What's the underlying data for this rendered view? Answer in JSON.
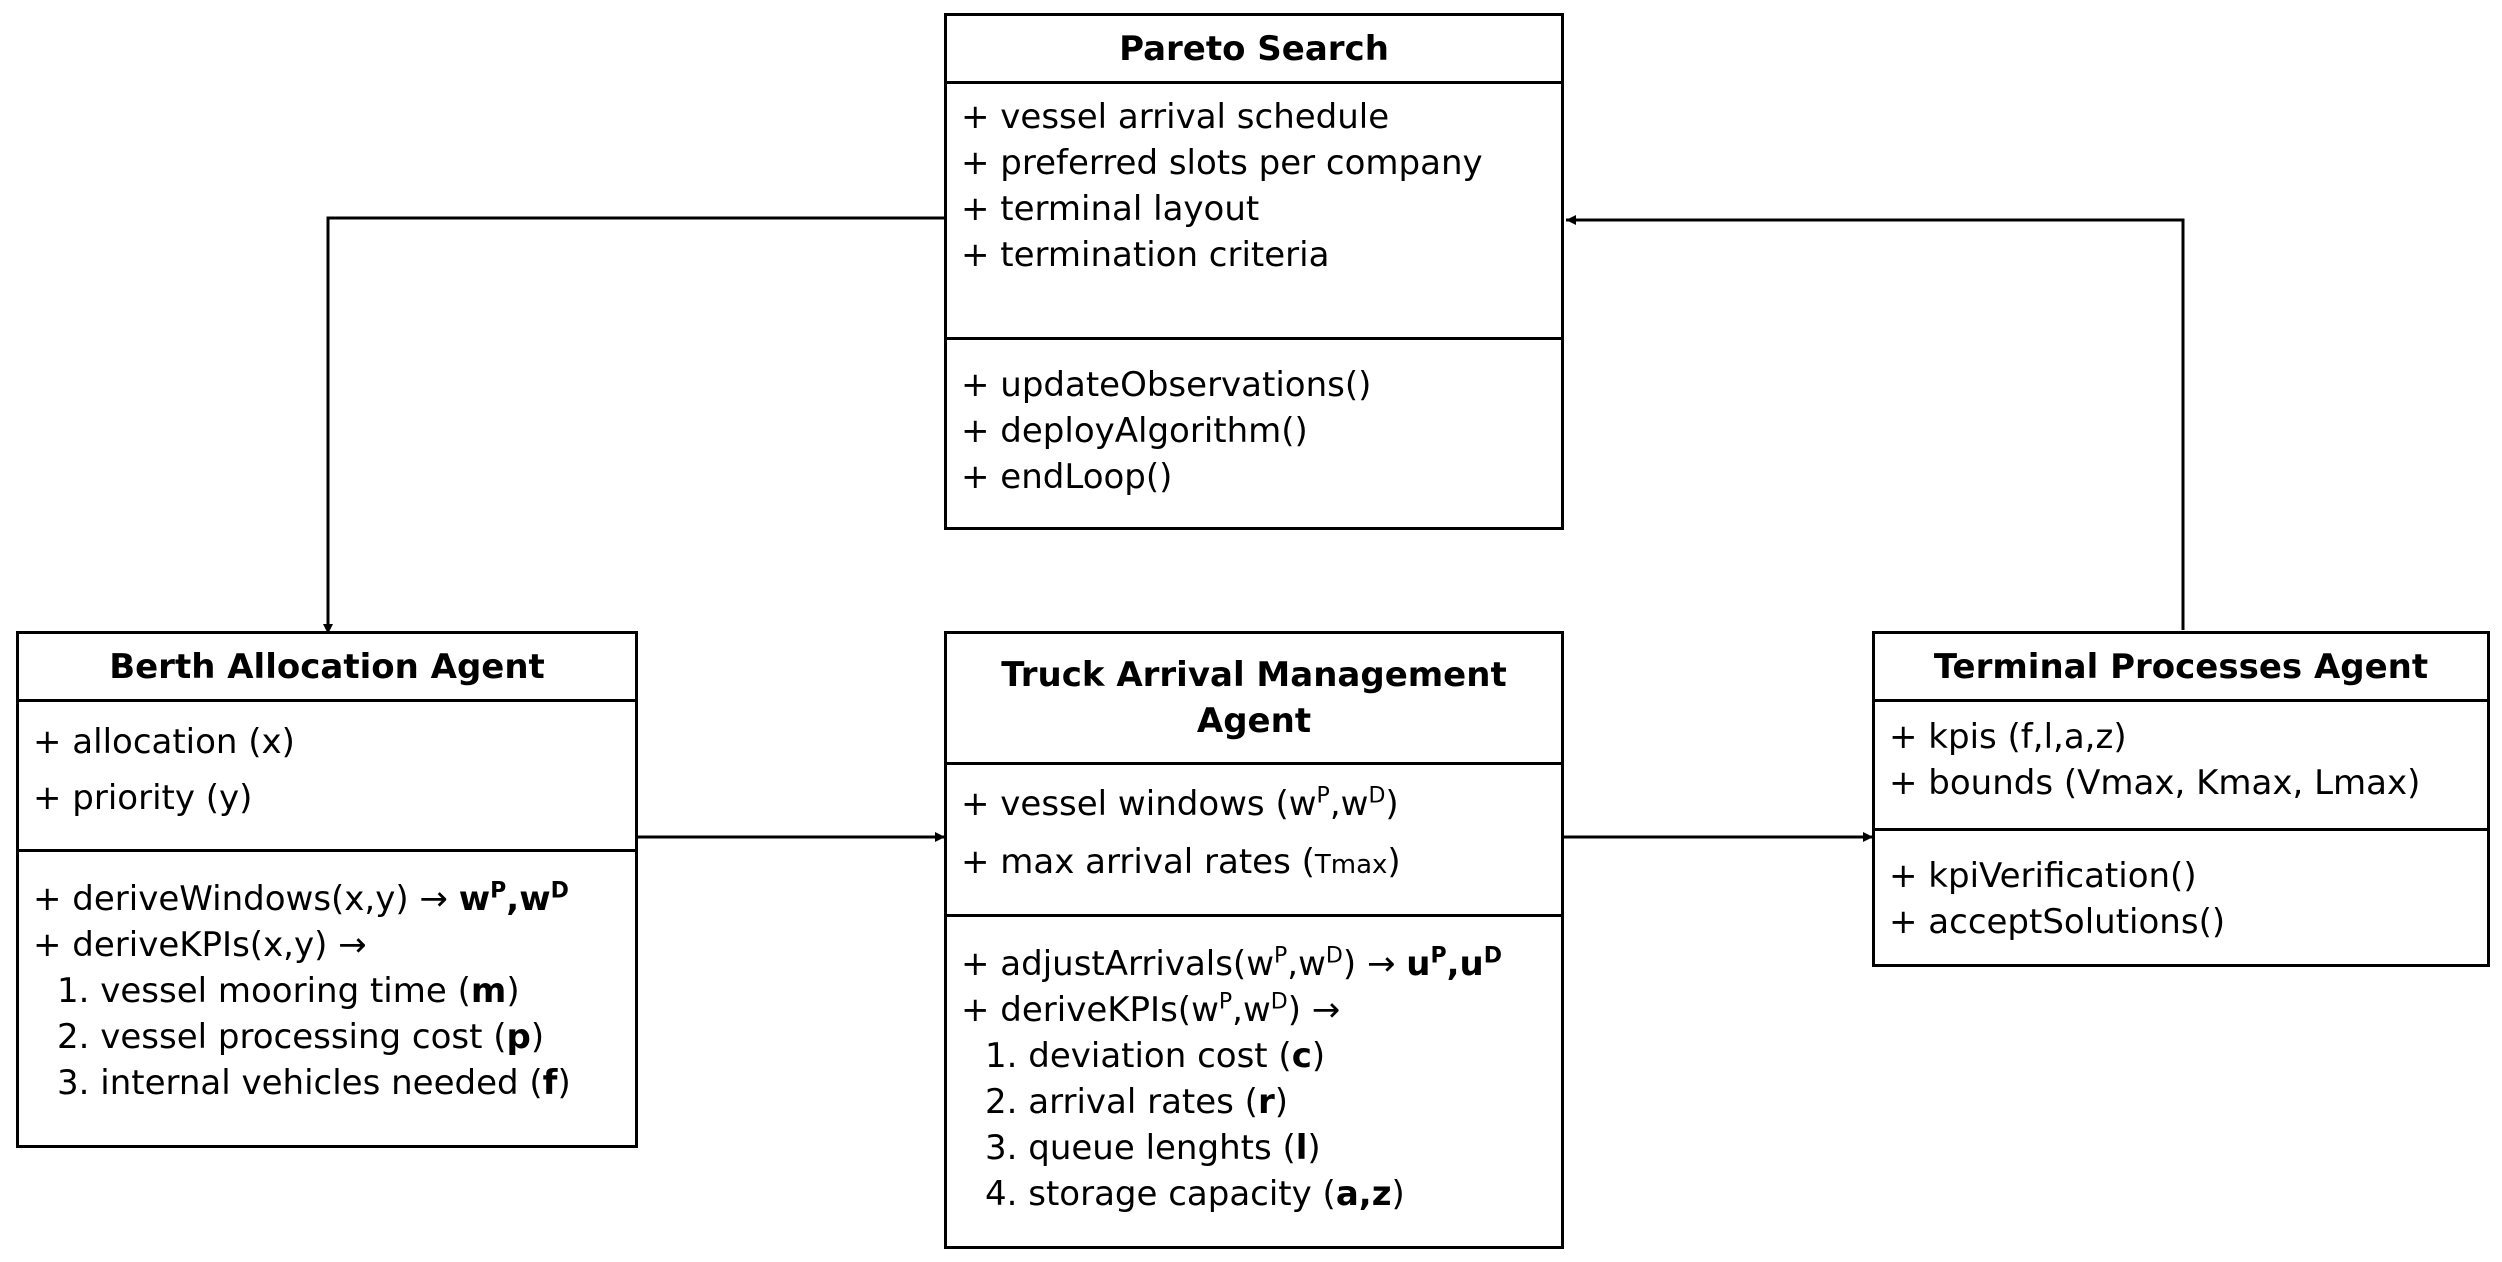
{
  "pareto": {
    "title": "Pareto Search",
    "attributes": [
      "+ vessel arrival schedule",
      "+ preferred slots per company",
      "+ terminal layout",
      "+ termination criteria"
    ],
    "methods": [
      "+ updateObservations()",
      "+ deployAlgorithm()",
      "+ endLoop()"
    ]
  },
  "berth": {
    "title": "Berth Allocation Agent",
    "attr_allocation": "+ allocation (x)",
    "attr_priority": "+ priority (y)",
    "m1_prefix": "+ deriveWindows(x,y) → ",
    "m1_w": "w",
    "m1_p": "P",
    "m1_comma": ",",
    "m1_w2": "w",
    "m1_d": "D",
    "m2": "+ deriveKPIs(x,y) →",
    "kpis": [
      {
        "text": "1. vessel mooring time (",
        "bold": "m",
        "close": ")"
      },
      {
        "text": "2. vessel processing cost (",
        "bold": "p",
        "close": ")"
      },
      {
        "text": "3. internal vehicles needed (",
        "bold": "f",
        "close": ")"
      }
    ]
  },
  "truck": {
    "title_line1": "Truck Arrival Management",
    "title_line2": "Agent",
    "a1_prefix": "+ vessel windows (w",
    "a1_p": "P",
    "a1_mid": ",w",
    "a1_d": "D",
    "a1_close": ")",
    "a2_prefix": "+ max arrival rates (",
    "a2_t": "Tmax",
    "a2_close": ")",
    "m1_prefix": "+ adjustArrivals(w",
    "m1_p": "P",
    "m1_mid": ",w",
    "m1_d": "D",
    "m1_arrow": ") → ",
    "m1_u": "u",
    "m1_up": "P",
    "m1_comma": ",",
    "m1_u2": "u",
    "m1_ud": "D",
    "m2_prefix": "+ deriveKPIs(w",
    "m2_p": "P",
    "m2_mid": ",w",
    "m2_d": "D",
    "m2_close": ") →",
    "kpis": [
      {
        "text": "1. deviation cost (",
        "bold": "c",
        "close": ")"
      },
      {
        "text": "2. arrival rates (",
        "bold": "r",
        "close": ")"
      },
      {
        "text": "3. queue lenghts (",
        "bold": "l",
        "close": ")"
      },
      {
        "text": "4. storage capacity (",
        "bold": "a,z",
        "close": ")"
      }
    ]
  },
  "terminal": {
    "title": "Terminal Processes Agent",
    "attributes": [
      "+ kpis (f,l,a,z)",
      "+ bounds (Vmax, Kmax, Lmax)"
    ],
    "methods": [
      "+ kpiVerification()",
      "+ acceptSolutions()"
    ]
  }
}
